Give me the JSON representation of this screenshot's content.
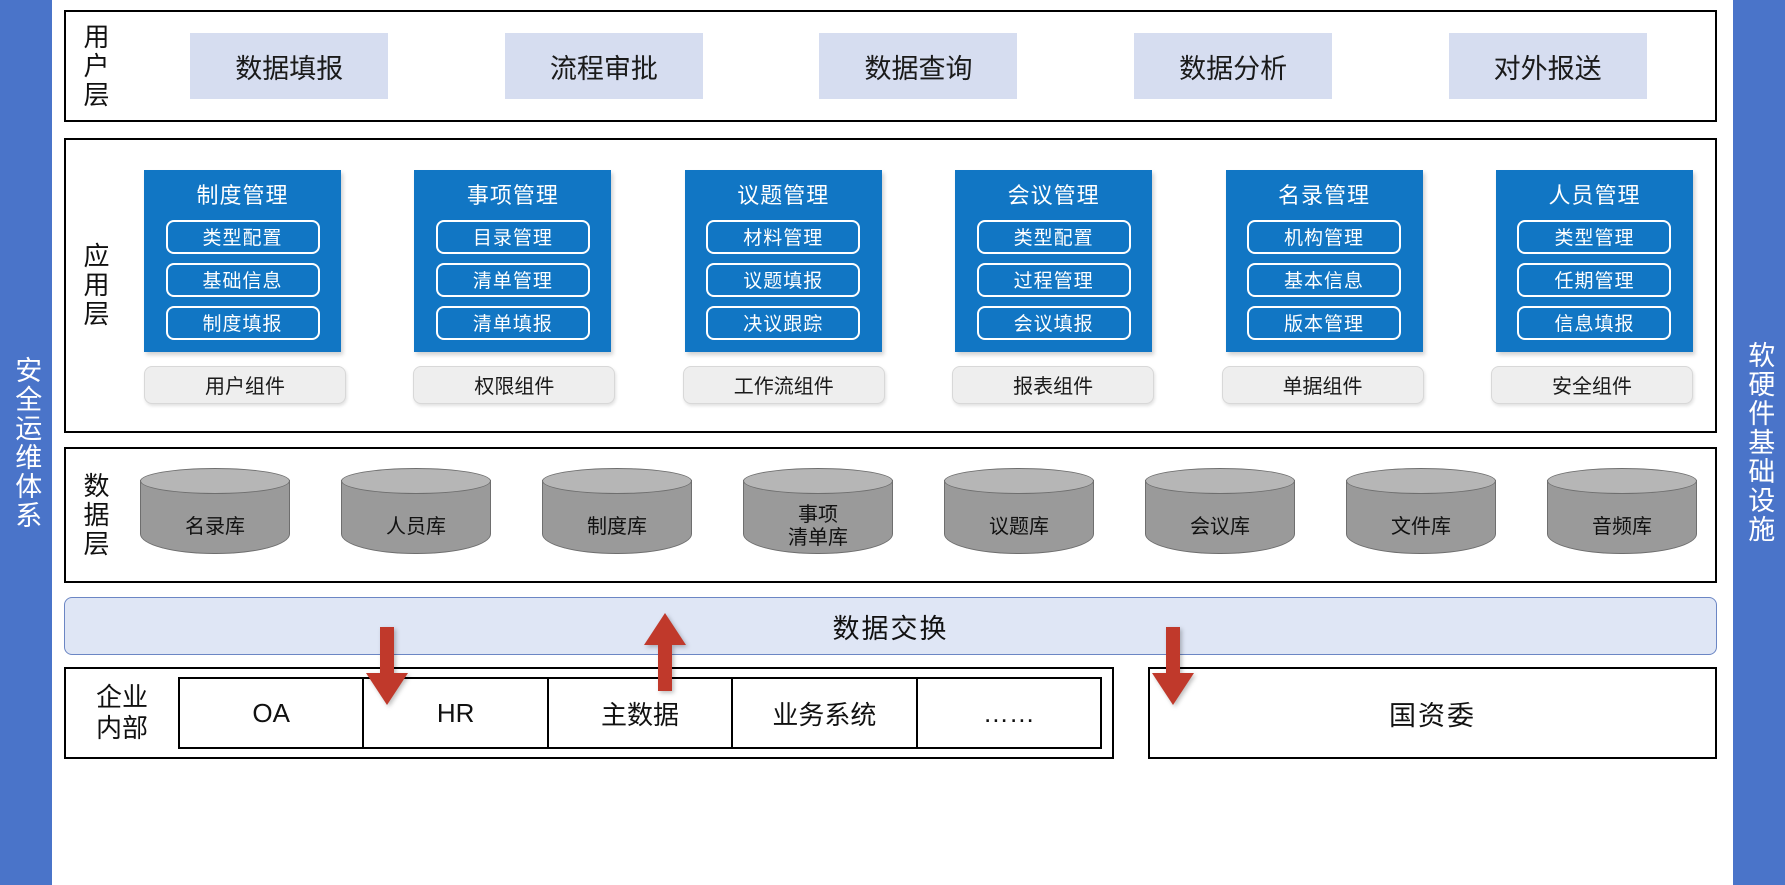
{
  "rails": {
    "left": "安全运维体系",
    "right": "软硬件基础设施"
  },
  "user_layer": {
    "label": "用户层",
    "chips": [
      "数据填报",
      "流程审批",
      "数据查询",
      "数据分析",
      "对外报送"
    ]
  },
  "app_layer": {
    "label": "应用层",
    "cards": [
      {
        "title": "制度管理",
        "items": [
          "类型配置",
          "基础信息",
          "制度填报"
        ]
      },
      {
        "title": "事项管理",
        "items": [
          "目录管理",
          "清单管理",
          "清单填报"
        ]
      },
      {
        "title": "议题管理",
        "items": [
          "材料管理",
          "议题填报",
          "决议跟踪"
        ]
      },
      {
        "title": "会议管理",
        "items": [
          "类型配置",
          "过程管理",
          "会议填报"
        ]
      },
      {
        "title": "名录管理",
        "items": [
          "机构管理",
          "基本信息",
          "版本管理"
        ]
      },
      {
        "title": "人员管理",
        "items": [
          "类型管理",
          "任期管理",
          "信息填报"
        ]
      }
    ],
    "components": [
      "用户组件",
      "权限组件",
      "工作流组件",
      "报表组件",
      "单据组件",
      "安全组件"
    ]
  },
  "data_layer": {
    "label": "数据层",
    "stores": [
      "名录库",
      "人员库",
      "制度库",
      "事项\n清单库",
      "议题库",
      "会议库",
      "文件库",
      "音频库"
    ]
  },
  "exchange": {
    "label": "数据交换"
  },
  "bottom": {
    "left_label": "企业\n内部",
    "systems": [
      "OA",
      "HR",
      "主数据",
      "业务系统",
      "……"
    ],
    "right_label": "国资委"
  },
  "colors": {
    "rail": "#4a74c9",
    "user_chip": "#d6ddf0",
    "app_card": "#1176c4",
    "component": "#eeeeee",
    "cylinder": "#9a9a9a",
    "exchange": "#dfe6f5",
    "arrow": "#c0392b"
  }
}
